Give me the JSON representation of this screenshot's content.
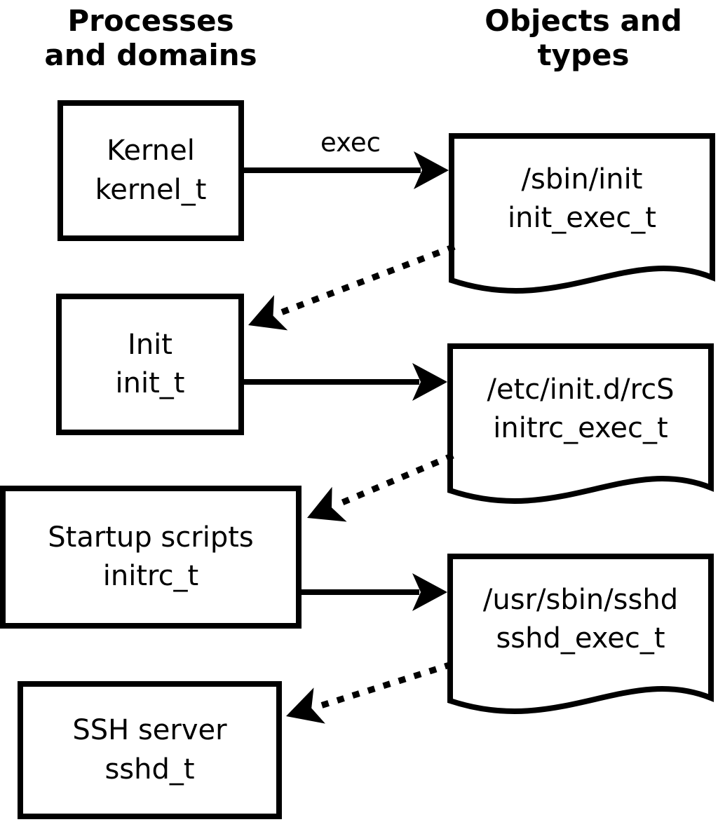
{
  "diagram": {
    "columns": {
      "left": {
        "line1": "Processes",
        "line2": "and domains"
      },
      "right": {
        "line1": "Objects and",
        "line2": "types"
      }
    },
    "processes": [
      {
        "name": "Kernel",
        "domain": "kernel_t"
      },
      {
        "name": "Init",
        "domain": "init_t"
      },
      {
        "name": "Startup scripts",
        "domain": "initrc_t"
      },
      {
        "name": "SSH server",
        "domain": "sshd_t"
      }
    ],
    "objects": [
      {
        "path": "/sbin/init",
        "type": "init_exec_t"
      },
      {
        "path": "/etc/init.d/rcS",
        "type": "initrc_exec_t"
      },
      {
        "path": "/usr/sbin/sshd",
        "type": "sshd_exec_t"
      }
    ],
    "edge_labels": {
      "exec": "exec"
    },
    "colors": {
      "ink": "#000000",
      "background": "#ffffff"
    }
  }
}
